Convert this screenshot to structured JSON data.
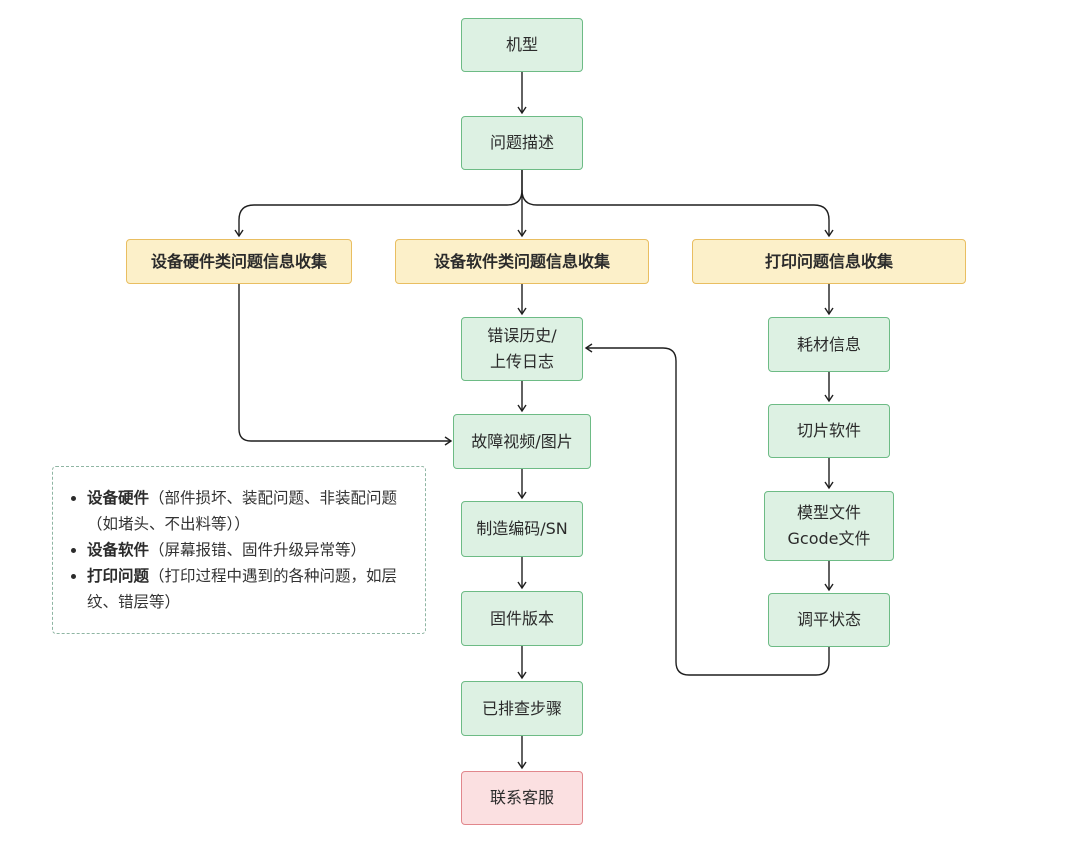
{
  "nodes": {
    "model": "机型",
    "problem_desc": "问题描述",
    "hw_collect": "设备硬件类问题信息收集",
    "sw_collect": "设备软件类问题信息收集",
    "print_collect": "打印问题信息收集",
    "error_history_line1": "错误历史/",
    "error_history_line2": "上传日志",
    "fault_media": "故障视频/图片",
    "mfg_code": "制造编码/SN",
    "firmware": "固件版本",
    "steps_done": "已排查步骤",
    "contact_support": "联系客服",
    "filament": "耗材信息",
    "slicer": "切片软件",
    "model_file_line1": "模型文件",
    "model_file_line2": "Gcode文件",
    "leveling": "调平状态"
  },
  "legend": {
    "items": [
      {
        "term": "设备硬件",
        "detail": "（部件损坏、装配问题、非装配问题（如堵头、不出料等））"
      },
      {
        "term": "设备软件",
        "detail": "（屏幕报错、固件升级异常等）"
      },
      {
        "term": "打印问题",
        "detail": "（打印过程中遇到的各种问题，如层纹、错层等）"
      }
    ]
  },
  "colors": {
    "green_fill": "#ddf1e3",
    "green_border": "#6dbb85",
    "yellow_fill": "#fcf0c9",
    "yellow_border": "#e9be61",
    "red_fill": "#fbe0e1",
    "red_border": "#e1878c",
    "edge": "#1f1f1f"
  }
}
